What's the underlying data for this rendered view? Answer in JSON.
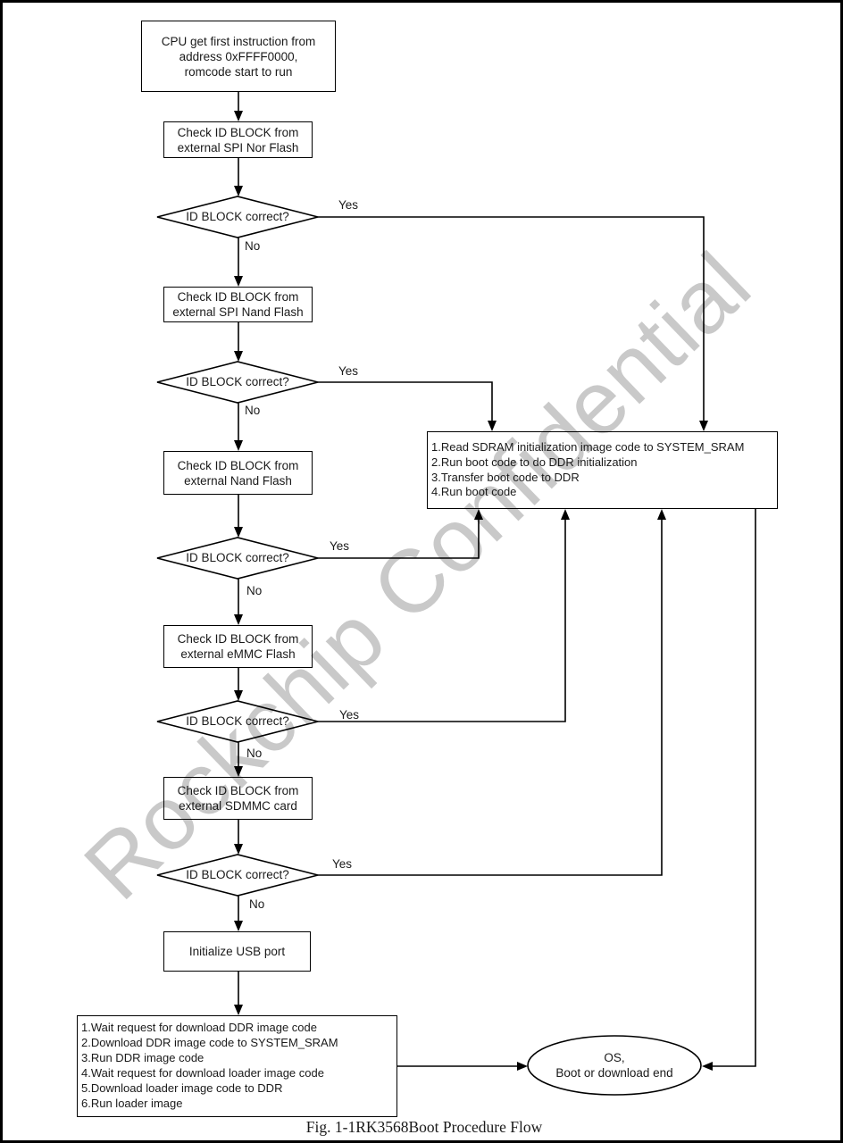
{
  "page": {
    "watermark": "Rockchip Confidential",
    "caption": "Fig. 1-1RK3568Boot Procedure Flow"
  },
  "labels": {
    "yes": "Yes",
    "no": "No",
    "decision": "ID BLOCK correct?"
  },
  "nodes": {
    "cpu_start": "CPU get first instruction from\naddress 0xFFFF0000,\nromcode start to run",
    "check_spi_nor": "Check ID BLOCK from\nexternal SPI Nor Flash",
    "check_spi_nand": "Check ID BLOCK from\nexternal SPI Nand Flash",
    "check_nand": "Check ID BLOCK from\nexternal Nand Flash",
    "check_emmc": "Check ID BLOCK from\nexternal eMMC Flash",
    "check_sdmmc": "Check ID BLOCK from\nexternal SDMMC card",
    "init_usb": "Initialize USB port",
    "sdram_boot_steps": "1.Read SDRAM initialization image code to SYSTEM_SRAM\n2.Run boot code to do DDR initialization\n3.Transfer boot code to DDR\n4.Run boot code",
    "usb_download_steps": "1.Wait request for download DDR image code\n2.Download DDR image code to SYSTEM_SRAM\n3.Run DDR image code\n4.Wait request for download loader image code\n5.Download loader image code to DDR\n6.Run loader image",
    "os_end": "OS,\nBoot or download end"
  },
  "colors": {
    "line": "#000000",
    "text": "#1a1a1a",
    "watermark": "#c9c9c9",
    "page_background": "#ffffff",
    "page_border": "#000000"
  }
}
